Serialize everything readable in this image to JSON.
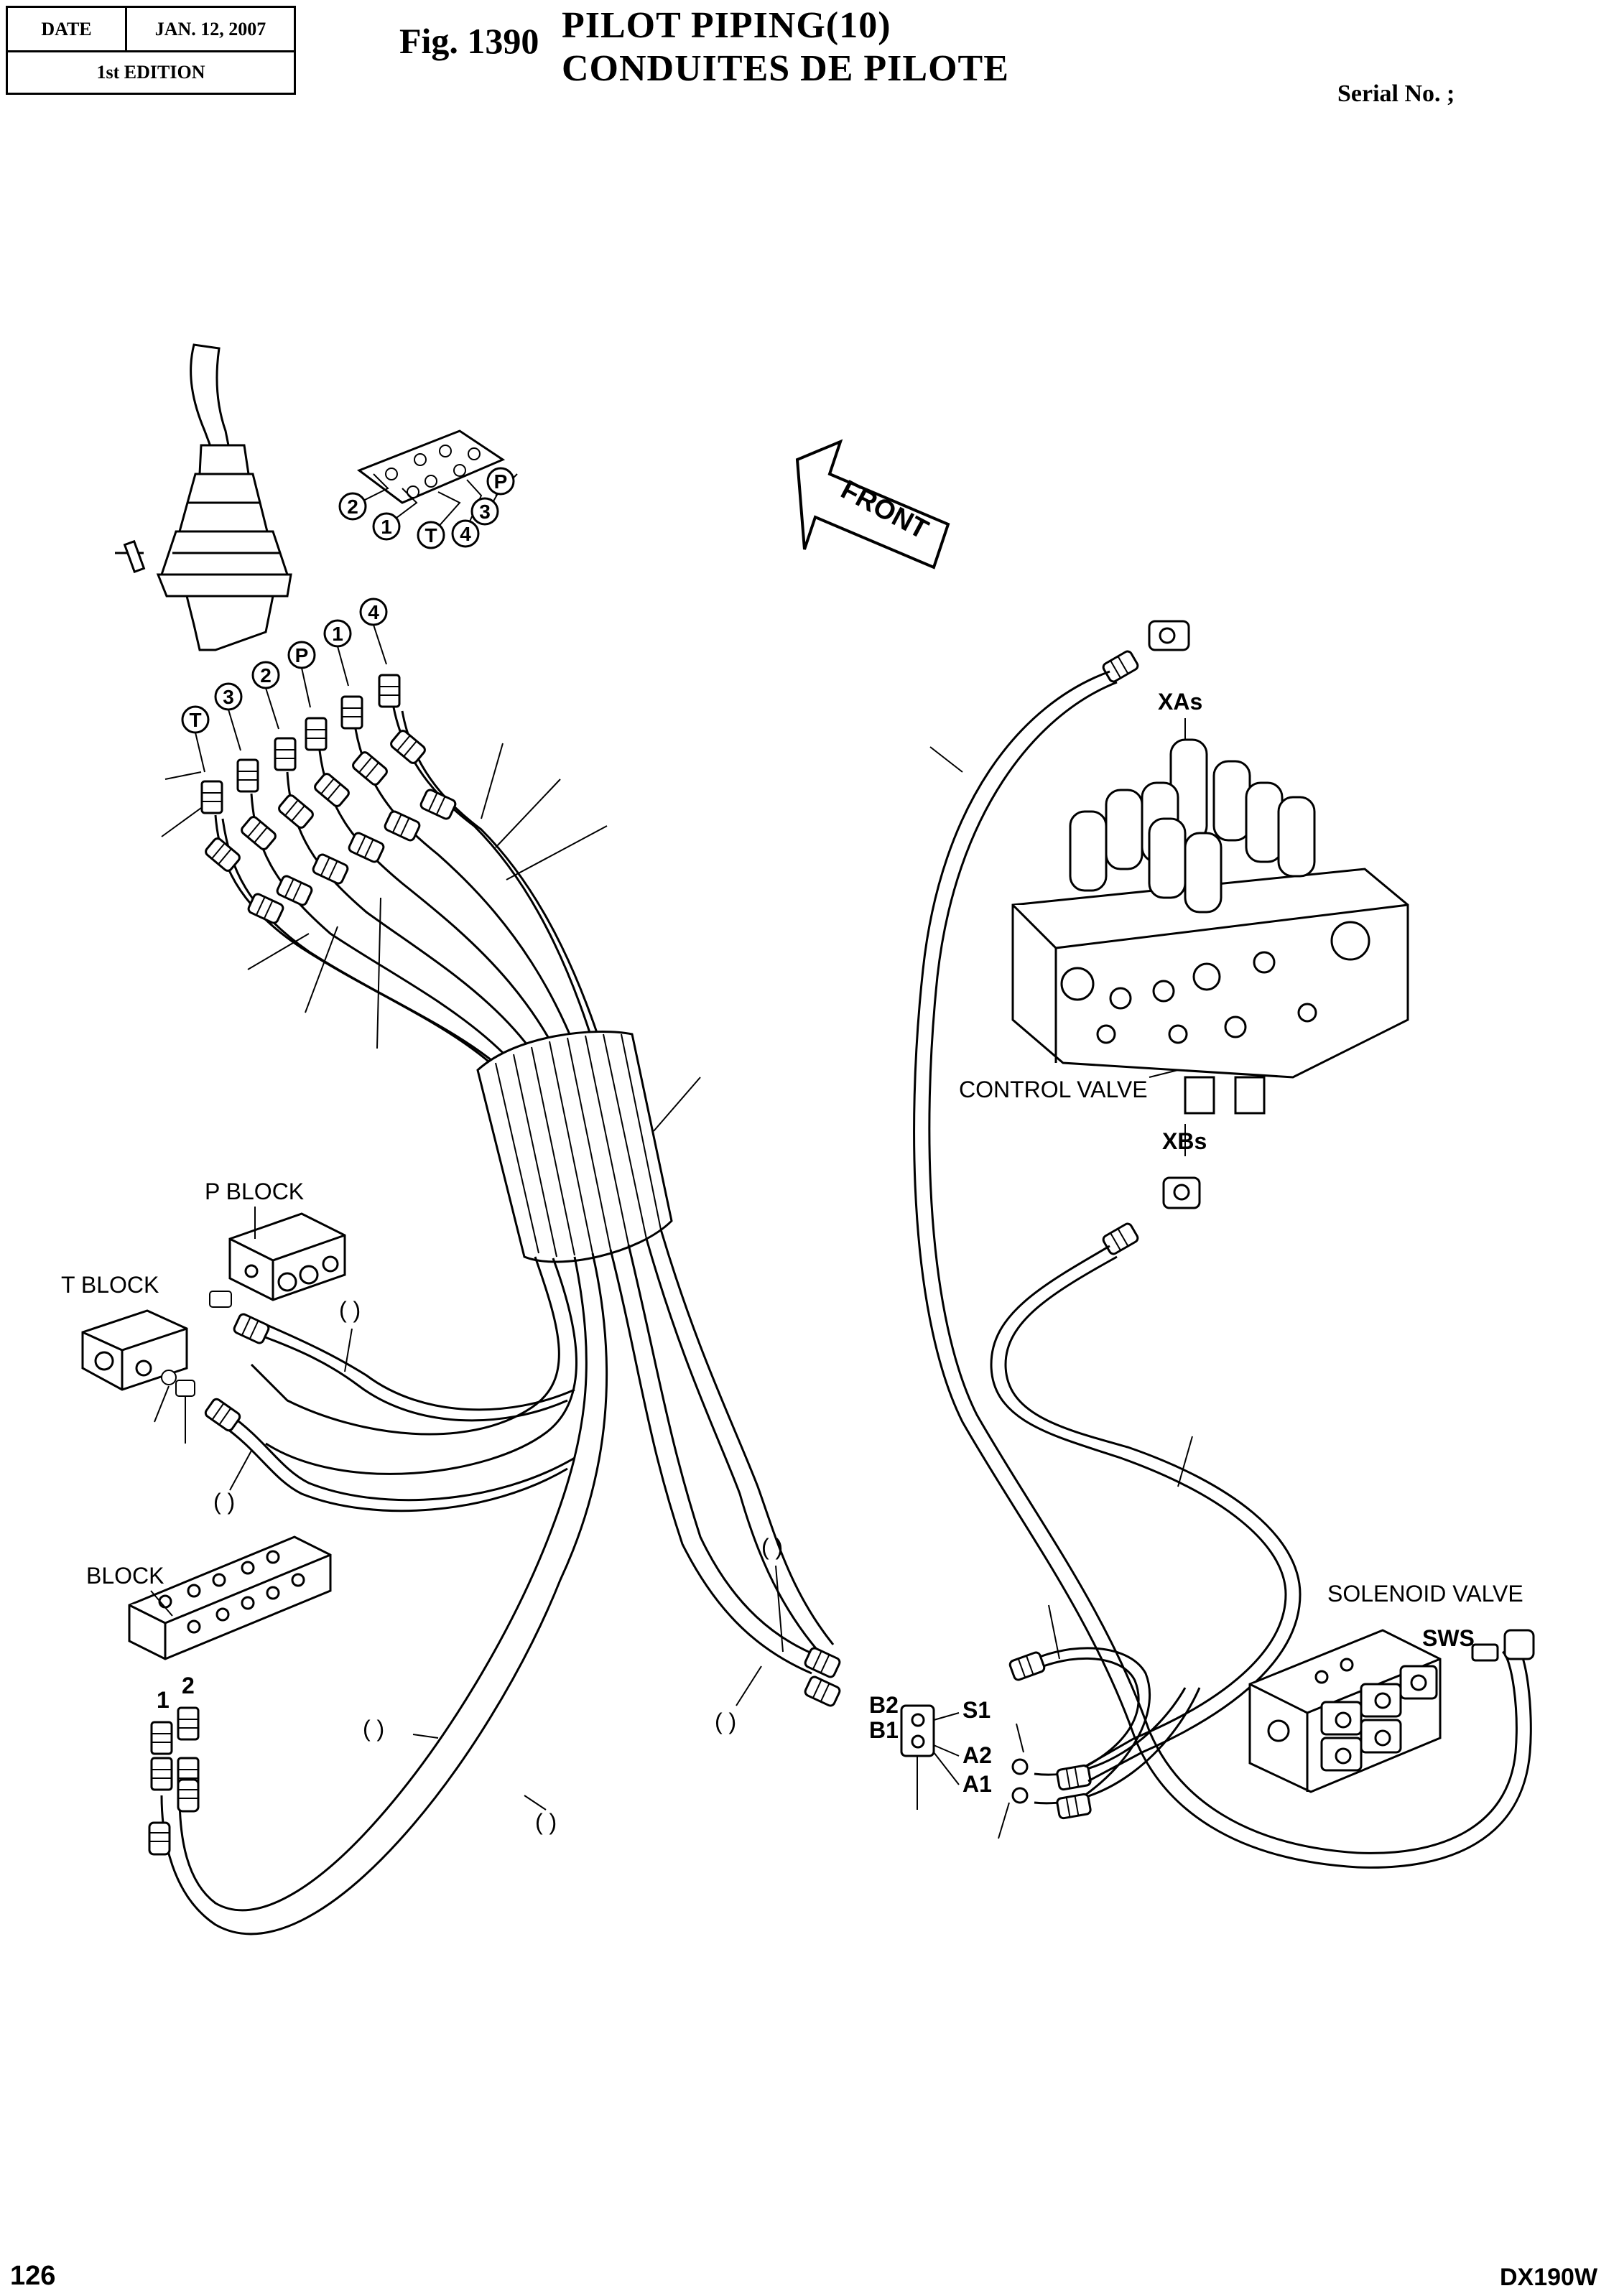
{
  "header": {
    "date_label": "DATE",
    "date_value": "JAN. 12, 2007",
    "edition": "1st EDITION",
    "fig_number": "Fig. 1390",
    "title_en": "PILOT  PIPING(10)",
    "title_fr": "CONDUITES  DE  PILOTE",
    "serial": "Serial No. ;"
  },
  "footer": {
    "page": "126",
    "model": "DX190W"
  },
  "callouts": {
    "pattern_ports": [
      "2",
      "1",
      "T",
      "4",
      "3",
      "P"
    ],
    "fitting_ports": [
      "T",
      "3",
      "2",
      "P",
      "1",
      "4"
    ],
    "front_arrow": "FRONT"
  },
  "labels": {
    "xas": "XAs",
    "xbs": "XBs",
    "control_valve": "CONTROL VALVE",
    "p_block": "P BLOCK",
    "t_block": "T BLOCK",
    "block": "BLOCK",
    "block_port_1": "1",
    "block_port_2": "2",
    "b2": "B2",
    "b1": "B1",
    "s1": "S1",
    "a2": "A2",
    "a1": "A1",
    "solenoid_valve": "SOLENOID VALVE",
    "sws": "SWS",
    "paren_1": "(   )",
    "paren_2": "(   )",
    "paren_3": "(   )",
    "paren_4": "(   )",
    "paren_5": "(   )",
    "paren_6": "(   )"
  }
}
